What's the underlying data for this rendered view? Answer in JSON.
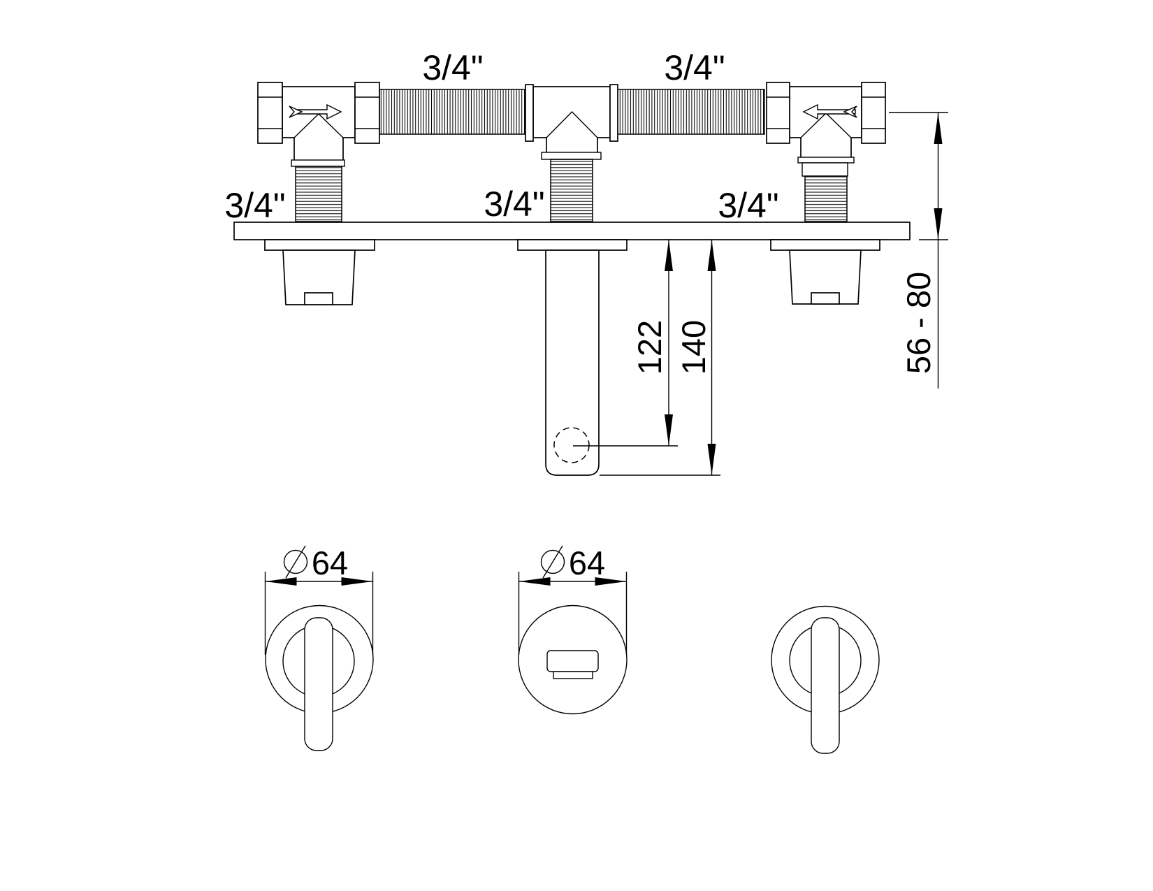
{
  "drawing": {
    "kind": "faucet-installation-technical-drawing",
    "labels": {
      "hose_left": "3/4\"",
      "hose_right": "3/4\"",
      "tail_left": "3/4\"",
      "tail_center": "3/4\"",
      "tail_right": "3/4\"",
      "dim_outlet_depth": "122",
      "dim_spout_end_depth": "140",
      "dim_mounting_depth_range": "56 - 80",
      "dia_left_handle": "64",
      "dia_center_spout": "64"
    },
    "style": {
      "line_color": "#000000",
      "background": "#ffffff"
    }
  }
}
